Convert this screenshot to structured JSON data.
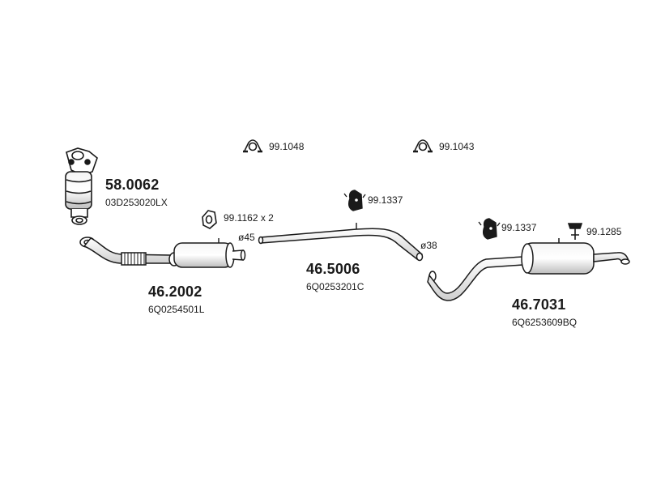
{
  "parts": {
    "catalyst": {
      "code": "58.0062",
      "oem": "03D253020LX"
    },
    "front_pipe": {
      "code": "46.2002",
      "oem": "6Q0254501L"
    },
    "middle_pipe": {
      "code": "46.5006",
      "oem": "6Q0253201C"
    },
    "rear_silencer": {
      "code": "46.7031",
      "oem": "6Q6253609BQ"
    }
  },
  "accessories": {
    "clamp_1": "99.1048",
    "clamp_2": "99.1043",
    "gasket": "99.1162 x 2",
    "hanger_1": "99.1337",
    "hanger_2": "99.1337",
    "bracket": "99.1285"
  },
  "diameters": {
    "d1": "ø45",
    "d2": "ø38"
  },
  "colors": {
    "line": "#1a1a1a",
    "fill": "#ffffff",
    "shade": "#cfcfcf"
  }
}
